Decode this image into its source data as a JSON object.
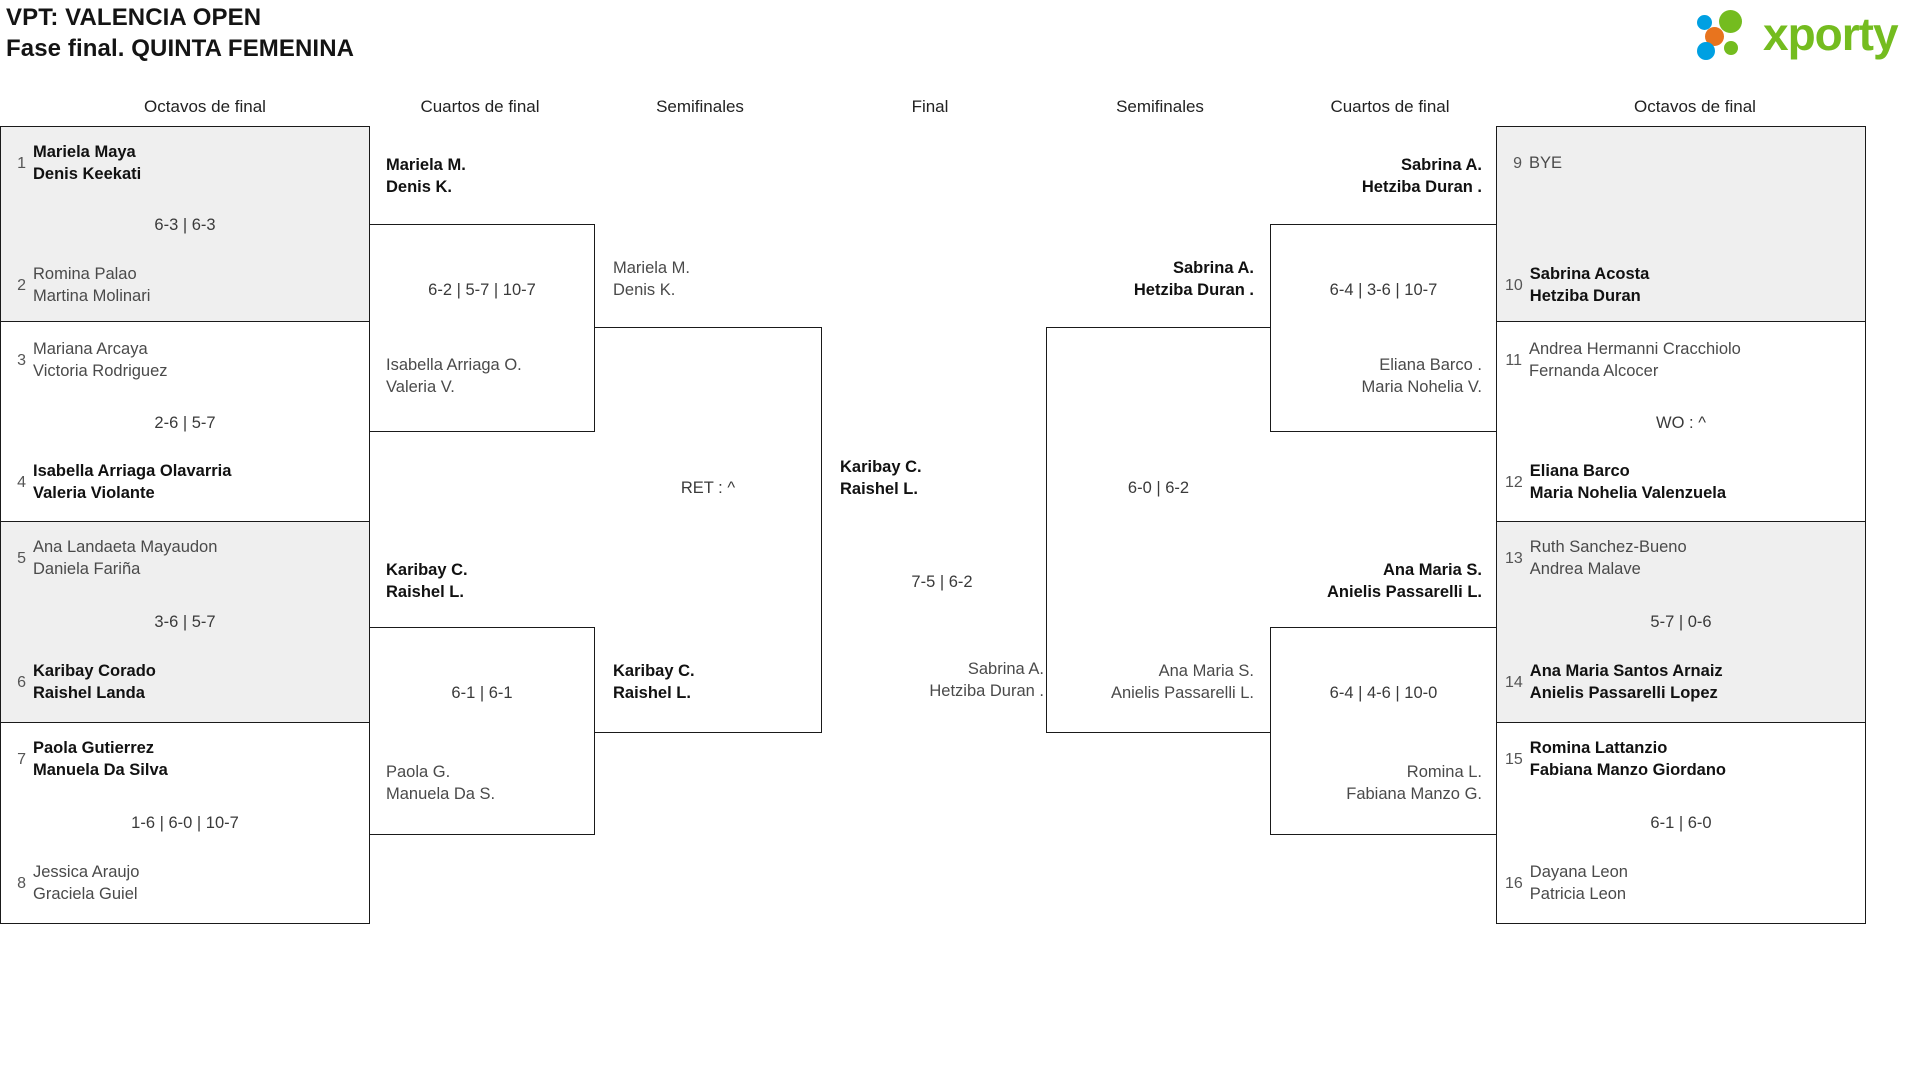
{
  "header": {
    "title_line1": "VPT: VALENCIA OPEN",
    "title_line2": "Fase final. QUINTA FEMENINA",
    "logo_text": "xporty",
    "logo_colors": {
      "green": "#74bc1f",
      "blue": "#00a0e2",
      "orange": "#e8741e"
    }
  },
  "round_headers": {
    "r1_left": "Octavos de final",
    "r2_left": "Cuartos de final",
    "r3_left": "Semifinales",
    "final": "Final",
    "r3_right": "Semifinales",
    "r2_right": "Cuartos de final",
    "r1_right": "Octavos de final"
  },
  "bracket": {
    "left_r16": [
      {
        "seed": "1",
        "p1": "Mariela Maya",
        "p2": "Denis Keekati",
        "winner": true,
        "score": "6-3 | 6-3"
      },
      {
        "seed": "2",
        "p1": "Romina Palao",
        "p2": "Martina Molinari",
        "winner": false,
        "score": "6-3 | 6-3"
      },
      {
        "seed": "3",
        "p1": "Mariana Arcaya",
        "p2": "Victoria Rodriguez",
        "winner": false,
        "score": "2-6 | 5-7"
      },
      {
        "seed": "4",
        "p1": "Isabella Arriaga Olavarria",
        "p2": "Valeria Violante",
        "winner": true,
        "score": "2-6 | 5-7"
      },
      {
        "seed": "5",
        "p1": "Ana Landaeta Mayaudon",
        "p2": "Daniela Fariña",
        "winner": false,
        "score": "3-6 | 5-7"
      },
      {
        "seed": "6",
        "p1": "Karibay Corado",
        "p2": "Raishel Landa",
        "winner": true,
        "score": "3-6 | 5-7"
      },
      {
        "seed": "7",
        "p1": "Paola Gutierrez",
        "p2": "Manuela Da Silva",
        "winner": true,
        "score": "1-6 | 6-0 | 10-7"
      },
      {
        "seed": "8",
        "p1": "Jessica Araujo",
        "p2": "Graciela Guiel",
        "winner": false,
        "score": "1-6 | 6-0 | 10-7"
      }
    ],
    "left_qf": [
      {
        "p1": "Mariela M.",
        "p2": "Denis K.",
        "winner": true,
        "score": "6-2 | 5-7 | 10-7"
      },
      {
        "p1": "Isabella Arriaga O.",
        "p2": "Valeria V.",
        "winner": false,
        "score": "6-2 | 5-7 | 10-7"
      },
      {
        "p1": "Karibay C.",
        "p2": "Raishel L.",
        "winner": true,
        "score": "6-1 | 6-1"
      },
      {
        "p1": "Paola G.",
        "p2": "Manuela Da S.",
        "winner": false,
        "score": "6-1 | 6-1"
      }
    ],
    "left_sf": [
      {
        "p1": "Mariela M.",
        "p2": "Denis K.",
        "winner": false,
        "score": "RET : ^"
      },
      {
        "p1": "Karibay C.",
        "p2": "Raishel L.",
        "winner": true,
        "score": "RET : ^"
      }
    ],
    "final": [
      {
        "p1": "Karibay C.",
        "p2": "Raishel L.",
        "winner": true,
        "score": "7-5 | 6-2"
      },
      {
        "p1": "Sabrina A.",
        "p2": "Hetziba Duran .",
        "winner": false,
        "score": "7-5 | 6-2"
      }
    ],
    "right_sf": [
      {
        "p1": "Sabrina A.",
        "p2": "Hetziba Duran .",
        "winner": true,
        "score": "6-0 | 6-2"
      },
      {
        "p1": "Ana Maria S.",
        "p2": "Anielis Passarelli L.",
        "winner": false,
        "score": "6-0 | 6-2"
      }
    ],
    "right_qf": [
      {
        "p1": "Sabrina A.",
        "p2": "Hetziba Duran .",
        "winner": true,
        "score": "6-4 | 3-6 | 10-7"
      },
      {
        "p1": "Eliana Barco .",
        "p2": "Maria Nohelia V.",
        "winner": false,
        "score": "6-4 | 3-6 | 10-7"
      },
      {
        "p1": "Ana Maria S.",
        "p2": "Anielis Passarelli L.",
        "winner": true,
        "score": "6-4 | 4-6 | 10-0"
      },
      {
        "p1": "Romina L.",
        "p2": "Fabiana Manzo G.",
        "winner": false,
        "score": "6-4 | 4-6 | 10-0"
      }
    ],
    "right_r16": [
      {
        "seed": "9",
        "p1": "BYE",
        "p2": "",
        "winner": false,
        "score": ""
      },
      {
        "seed": "10",
        "p1": "Sabrina Acosta",
        "p2": "Hetziba Duran",
        "winner": true,
        "score": ""
      },
      {
        "seed": "11",
        "p1": "Andrea Hermanni Cracchiolo",
        "p2": "Fernanda Alcocer",
        "winner": false,
        "score": "WO : ^"
      },
      {
        "seed": "12",
        "p1": "Eliana Barco",
        "p2": "Maria Nohelia Valenzuela",
        "winner": true,
        "score": "WO : ^"
      },
      {
        "seed": "13",
        "p1": "Ruth Sanchez-Bueno",
        "p2": "Andrea Malave",
        "winner": false,
        "score": "5-7 | 0-6"
      },
      {
        "seed": "14",
        "p1": "Ana Maria Santos Arnaiz",
        "p2": "Anielis Passarelli Lopez",
        "winner": true,
        "score": "5-7 | 0-6"
      },
      {
        "seed": "15",
        "p1": "Romina Lattanzio",
        "p2": "Fabiana Manzo Giordano",
        "winner": true,
        "score": "6-1 | 6-0"
      },
      {
        "seed": "16",
        "p1": "Dayana Leon",
        "p2": "Patricia Leon",
        "winner": false,
        "score": "6-1 | 6-0"
      }
    ]
  }
}
